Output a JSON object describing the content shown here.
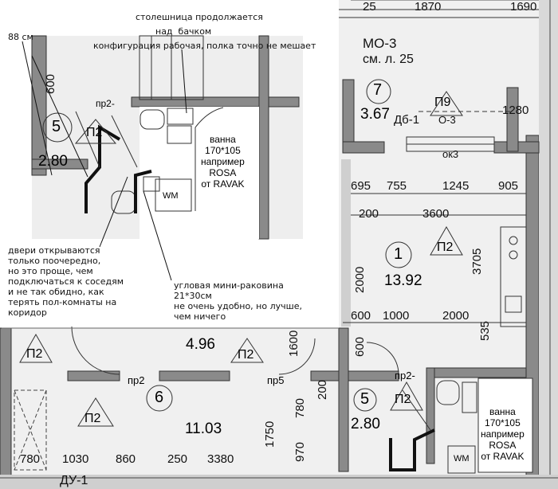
{
  "notes": {
    "left_88": "88 см",
    "top_worktop_1": "столешница продолжается",
    "top_worktop_2": "над  бачком",
    "top_worktop_3": "конфигурация рабочая, полка точно не мешает",
    "doors": "двери открываются\nтолько поочередно,\nно это проще, чем\nподключаться к соседям\nи не так обидно, как\nтерять пол-комнаты на\nкоридор",
    "sink": "угловая мини-раковина\n21*30см\nне очень удобно, но лучше,\nчем ничего"
  },
  "inset": {
    "room_no": "5",
    "area": "2.80",
    "tag": "П2",
    "pr2": "пр2-",
    "dim_600": "600",
    "wm": "WM",
    "bath": "ванна\n170*105\nнапример\nROSA\nот RAVAK"
  },
  "plan": {
    "top_dims": [
      "25",
      "1870",
      "1690"
    ],
    "mo3": "МО-3",
    "mo3_ref": "см. л. 25",
    "room7_no": "7",
    "room7_area": "3.67",
    "p9": "П9",
    "db1": "Дб-1",
    "o3": "О-3",
    "dim_1280": "1280",
    "ok3": "ок3",
    "kitchen_dims_row1": [
      "695",
      "755",
      "1245",
      "905"
    ],
    "kitchen_dims_row2": [
      "200",
      "3600"
    ],
    "room1_no": "1",
    "room1_area": "13.92",
    "room1_tag": "П2",
    "dim_3705": "3705",
    "dim_2000_v": "2000",
    "row3": [
      "600",
      "1000",
      "2000"
    ],
    "dim_535": "535",
    "dim_600_v": "600",
    "dim_1600": "1600",
    "room_hall_area": "4.96",
    "p2_a": "П2",
    "p2_b": "П2",
    "p2_c": "П2",
    "pr2_a": "пр2",
    "pr5": "пр5",
    "pr2_b": "пр2-",
    "room6_no": "6",
    "room6_area": "11.03",
    "room5_no": "5",
    "room5_area": "2.80",
    "room5_tag": "П2",
    "dim_780_v": "780",
    "dim_200_v": "200",
    "dim_1750": "1750",
    "dim_970": "970",
    "bottom_dims": [
      "780",
      "1030",
      "860",
      "250",
      "3380"
    ],
    "du1": "ДУ-1",
    "wm": "WM",
    "bath": "ванна\n170*105\nнапример\nROSA\nот RAVAK"
  }
}
